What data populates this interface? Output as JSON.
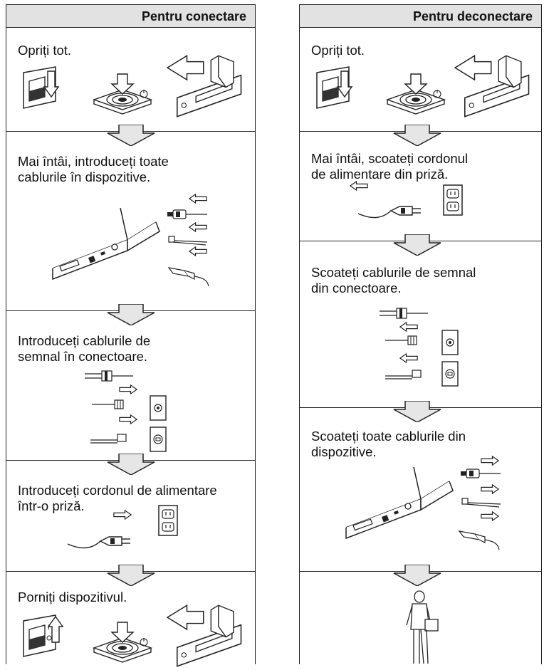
{
  "left_column": {
    "header": "Pentru conectare",
    "steps": [
      {
        "line1": "Opriți tot."
      },
      {
        "line1": "Mai întâi, introduceți toate",
        "line2": "cablurile în dispozitive."
      },
      {
        "line1": "Introduceți cablurile de",
        "line2": "semnal în conectoare."
      },
      {
        "line1": "Introduceți cordonul de alimentare",
        "line2": "într-o priză."
      },
      {
        "line1": "Porniți dispozitivul."
      }
    ]
  },
  "right_column": {
    "header": "Pentru deconectare",
    "steps": [
      {
        "line1": "Opriți tot."
      },
      {
        "line1": "Mai întâi, scoateți cordonul",
        "line2": "de alimentare din priză."
      },
      {
        "line1": "Scoateți cablurile de semnal",
        "line2": "din conectoare."
      },
      {
        "line1": "Scoateți toate cablurile din",
        "line2": "dispozitive."
      },
      {
        "line1": ""
      }
    ]
  },
  "icons": {
    "step_arrow": "down-arrow-icon",
    "power_switch": "power-switch-icon",
    "power_button": "power-button-icon",
    "laptop_ports": "laptop-ports-icon",
    "signal_cables": "signal-cables-icon",
    "wall_outlet": "wall-outlet-icon",
    "power_plug": "power-plug-icon",
    "person_walking": "person-walking-icon"
  }
}
